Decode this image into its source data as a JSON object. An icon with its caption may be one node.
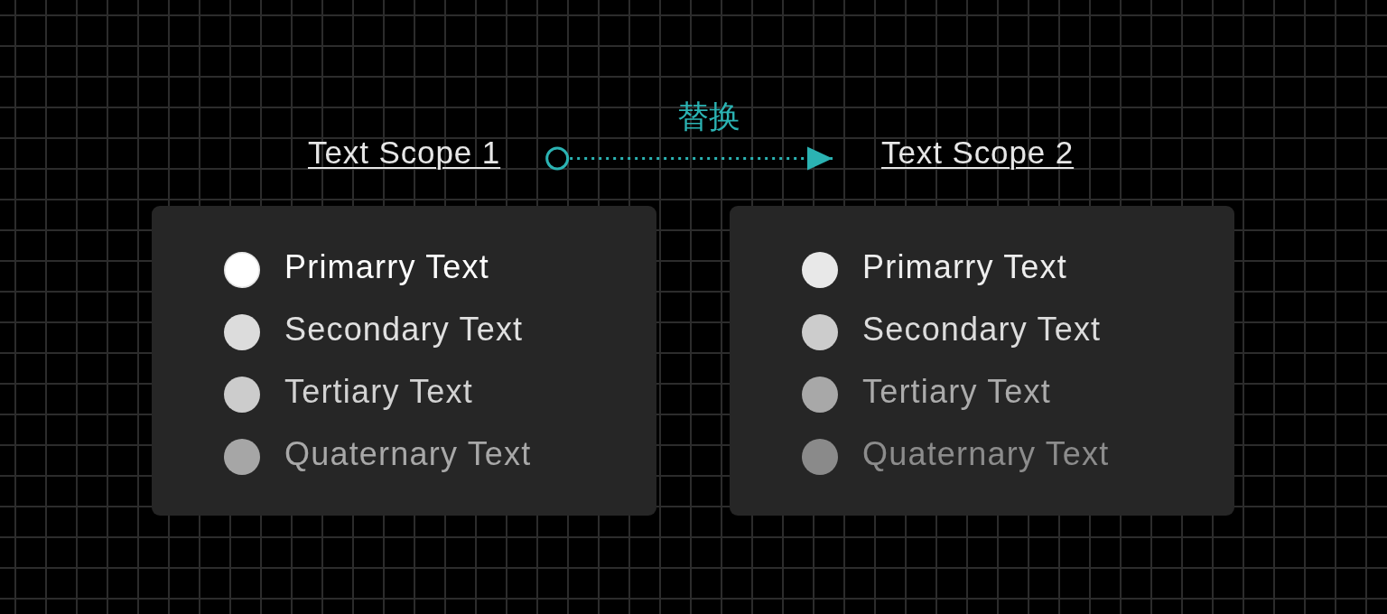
{
  "diagram": {
    "nodes": [
      {
        "text": [
          "Text Scope 1"
        ]
      },
      {
        "text": [
          "Text Scope 2"
        ]
      },
      {
        "text": [
          "Primarry Text",
          "Secondary Text",
          "Tertiary Text",
          "Quaternary Text"
        ]
      },
      {
        "text": [
          "Primarry Text",
          "Secondary Text",
          "Tertiary Text",
          "Quaternary Text"
        ]
      }
    ],
    "edges": [
      {
        "from": 0,
        "to": 1,
        "arrow": "to",
        "label": "替换",
        "style": "dashed"
      }
    ]
  }
}
